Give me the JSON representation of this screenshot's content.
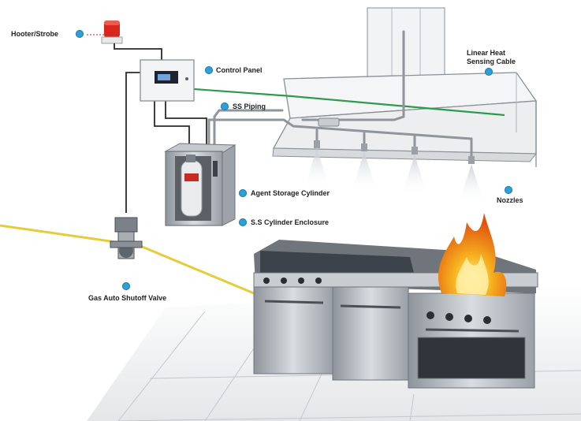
{
  "labels": {
    "hooter": "Hooter/Strobe",
    "control_panel": "Control Panel",
    "linear_heat_1": "Linear Heat",
    "linear_heat_2": "Sensing Cable",
    "ss_piping": "SS Piping",
    "agent_cylinder": "Agent Storage Cylinder",
    "cylinder_enclosure": "S.S Cylinder Enclosure",
    "nozzles": "Nozzles",
    "gas_valve": "Gas Auto Shutoff Valve"
  },
  "colors": {
    "callout_dot": "#2f9fd6",
    "heat_cable": "#2e9a4e",
    "gas_line": "#e6cc3a",
    "hooter_red": "#d8261f",
    "steel": "#b9bec4",
    "flame": "#f39a1c"
  }
}
